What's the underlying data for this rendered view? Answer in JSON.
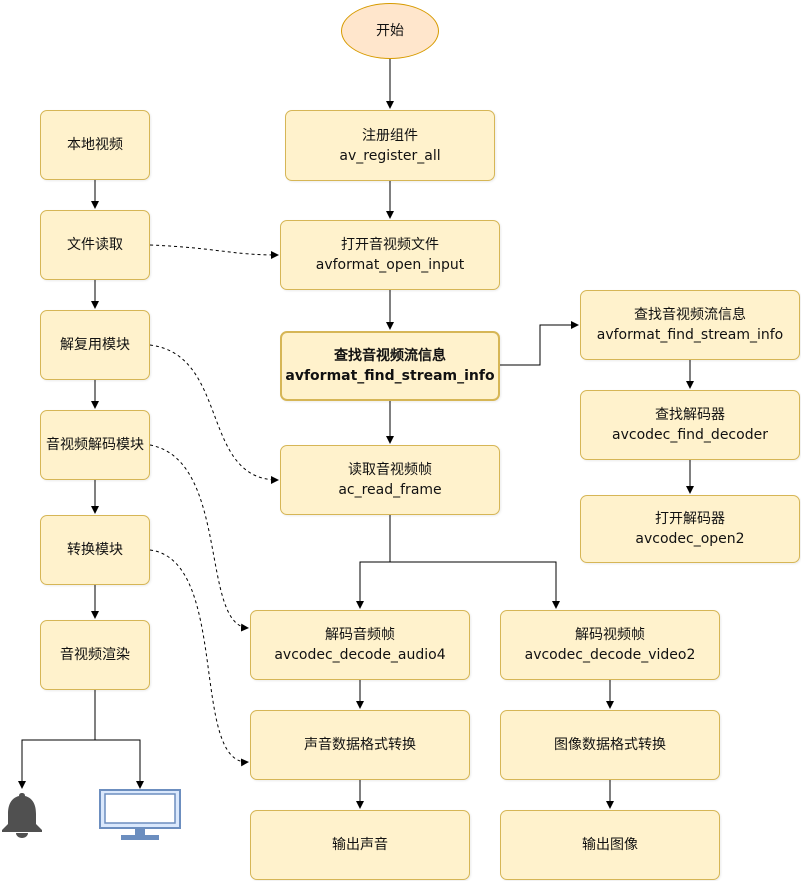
{
  "start": "开始",
  "left_column": {
    "local_video": "本地视频",
    "file_read": "文件读取",
    "demux": "解复用模块",
    "decode": "音视频解码模块",
    "convert": "转换模块",
    "render": "音视频渲染"
  },
  "main_flow": {
    "register": {
      "label": "注册组件",
      "func": "av_register_all"
    },
    "open_input": {
      "label": "打开音视频文件",
      "func": "avformat_open_input"
    },
    "find_stream": {
      "label": "查找音视频流信息",
      "func": "avformat_find_stream_info"
    },
    "read_frame": {
      "label": "读取音视频帧",
      "func": "ac_read_frame"
    }
  },
  "right_flow": {
    "find_stream": {
      "label": "查找音视频流信息",
      "func": "avformat_find_stream_info"
    },
    "find_decoder": {
      "label": "查找解码器",
      "func": "avcodec_find_decoder"
    },
    "open_decoder": {
      "label": "打开解码器",
      "func": "avcodec_open2"
    }
  },
  "audio_branch": {
    "decode": {
      "label": "解码音频帧",
      "func": "avcodec_decode_audio4"
    },
    "format": "声音数据格式转换",
    "output": "输出声音"
  },
  "video_branch": {
    "decode": {
      "label": "解码视频帧",
      "func": "avcodec_decode_video2"
    },
    "format": "图像数据格式转换",
    "output": "输出图像"
  },
  "icons": {
    "speaker": "bell-icon",
    "display": "monitor-icon"
  },
  "colors": {
    "box_fill": "#fff2cc",
    "box_stroke": "#d6b656",
    "start_fill": "#ffe6cc",
    "start_stroke": "#d79b00",
    "icon_gray": "#505050",
    "monitor_blue": "#dae8fc"
  }
}
